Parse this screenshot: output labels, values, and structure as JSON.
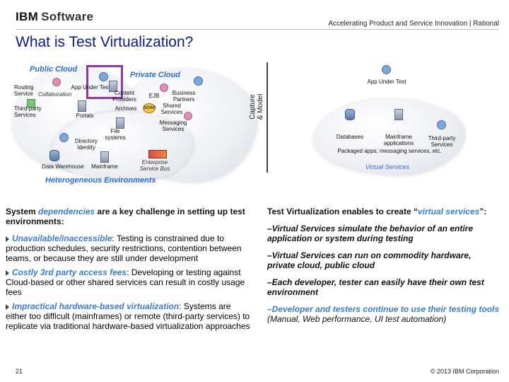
{
  "header": {
    "brand_ibm": "IBM",
    "brand_software": "Software",
    "tagline": "Accelerating Product and Service Innovation | Rational"
  },
  "title": "What is Test Virtualization?",
  "diagram_left": {
    "public_cloud": "Public Cloud",
    "private_cloud": "Private Cloud",
    "routing_service": "Routing Service",
    "app_under_test": "App Under Test",
    "collaboration": "Collaboration",
    "third_party_services": "Third-party Services",
    "portals": "Portals",
    "content_providers": "Content Providers",
    "ejb": "EJB",
    "business_partners": "Business Partners",
    "archives": "Archives",
    "soap": "SOAP",
    "shared_services": "Shared Services",
    "messaging_services": "Messaging Services",
    "file_systems": "File systems",
    "directory_identity": "Directory Identity",
    "data_warehouse": "Data Warehouse",
    "mainframe": "Mainframe",
    "enterprise_service_bus": "Enterprise Service Bus",
    "heterogeneous": "Heterogeneous Environments"
  },
  "capture": {
    "line1": "Capture",
    "line2": "& Model"
  },
  "diagram_right": {
    "app_under_test": "App Under Test",
    "databases": "Databases",
    "mainframe_applications": "Mainframe applications",
    "third_party_services": "Third-party Services",
    "packaged": "Packaged apps, messaging services, etc.",
    "virtual_services": "Virtual Services"
  },
  "left_text": {
    "lead_1": "System ",
    "lead_hl": "dependencies",
    "lead_2": " are a key challenge in setting up test environments:",
    "p1_emph": "Unavailable/inaccessible",
    "p1_rest": ": Testing is constrained due to production schedules, security restrictions, contention between teams, or because they are still under development",
    "p2_emph": "Costly 3rd party access fees",
    "p2_rest": ": Developing or testing against Cloud-based or other shared services can result in costly usage fees",
    "p3_emph": "Impractical hardware-based virtualization",
    "p3_rest": ": Systems are either too difficult (mainframes) or remote (third-party services) to replicate via traditional hardware-based virtualization approaches"
  },
  "right_text": {
    "lead_1": "Test Virtualization enables to create “",
    "lead_hl": "virtual services",
    "lead_2": "”:",
    "i1": "–Virtual Services simulate the behavior of an entire application or system during testing",
    "i2": "–Virtual Services can run on commodity hardware, private cloud, public cloud",
    "i3": "–Each developer, tester can easily have their own test environment",
    "i4_emph": "–Developer and testers continue to use their testing tools",
    "i4_rest": " (Manual, Web performance, UI test automation)"
  },
  "footer": {
    "page_number": "21",
    "copyright": "© 2013 IBM Corporation"
  },
  "colors": {
    "title_blue": "#0b1a88",
    "accent_blue": "#3a7bd5",
    "cloud_label_blue": "#2b6fd6",
    "frame_purple": "#8d3aa7"
  }
}
